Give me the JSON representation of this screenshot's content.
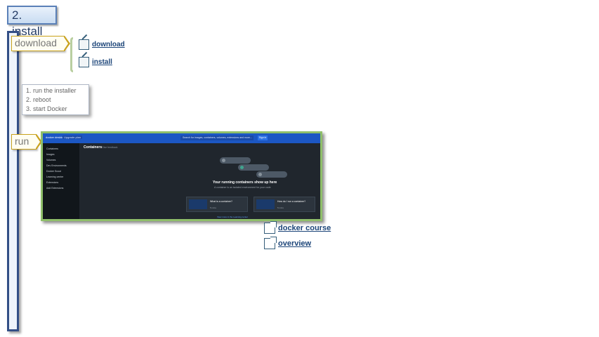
{
  "title": "2. install",
  "nodes": {
    "download_tag": "download",
    "run_tag": "run",
    "download_links": [
      "download",
      "install"
    ],
    "steps": [
      "1. run the installer",
      "2. reboot",
      "3. start Docker"
    ],
    "screenshot": {
      "brand": "docker desktop",
      "upgrade": "Upgrade plan",
      "search": "Search for images, containers, volumes, extensions and more...",
      "signin": "Sign in",
      "sidebar": [
        "Containers",
        "Images",
        "Volumes",
        "Dev Environments",
        "Docker Scout",
        "Learning center",
        "Extensions",
        "Add Extensions"
      ],
      "heading": "Containers",
      "subheading": "Give feedback",
      "empty_title": "Your running containers show up here",
      "empty_sub": "A container is an isolated environment for your code",
      "card1": "What is a container?",
      "card2": "How do I run a container?",
      "card_meta": "5 mins",
      "walkthroughs": "View more in the Learning center"
    },
    "bottom_links": [
      "docker course",
      "overview"
    ]
  },
  "colors": {
    "title_border": "#5a80b8",
    "branch_border": "#334f86",
    "tag_border": "#c9a21c",
    "frame_border": "#8fbf6a",
    "link": "#1b4478"
  }
}
